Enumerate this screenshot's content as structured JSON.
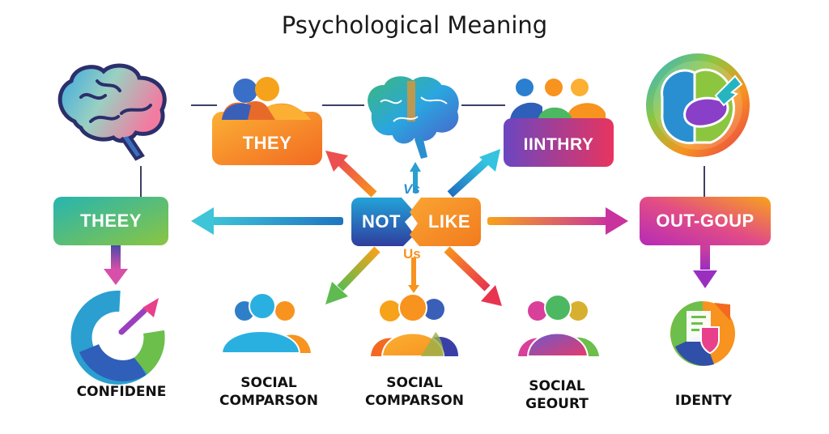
{
  "title": "Psychological Meaning",
  "top_row": {
    "they_box": {
      "label": "THEY"
    },
    "inthry_box": {
      "label": "IINTHRY"
    }
  },
  "middle_row": {
    "left_box": {
      "label": "THEEY"
    },
    "center": {
      "left_label": "NOT",
      "right_label": "LIKE",
      "top_label": "Vs",
      "bottom_label": "Us"
    },
    "right_box": {
      "label": "OUT-GOUP"
    }
  },
  "bottom_row": {
    "items": [
      {
        "line1": "CONFIDENE",
        "line2": ""
      },
      {
        "line1": "SOCIAL",
        "line2": "COMPARSON"
      },
      {
        "line1": "SOCIAL",
        "line2": "COMPARSON"
      },
      {
        "line1": "SOCIAL",
        "line2": "GEOURT"
      },
      {
        "line1": "IDENTY",
        "line2": ""
      }
    ]
  },
  "icons": {
    "top_left": "brain-icon",
    "top_center": "brain-icon",
    "top_right": "brain-circle-icon",
    "they_people": "people-icon",
    "inthry_people": "group-icon",
    "confidence": "dart-target-icon",
    "identity": "document-shield-icon"
  },
  "colors": {
    "they_box": "#f7931e",
    "inthry_box_start": "#7b3fbf",
    "inthry_box_end": "#e23a6e",
    "left_box_start": "#2db5a8",
    "left_box_end": "#8cc63f",
    "not_box": "#1e6fc0",
    "like_box": "#f7931e",
    "out_group_start": "#b22fb6",
    "out_group_end": "#f7a21b",
    "connector": "#3d3f66"
  }
}
